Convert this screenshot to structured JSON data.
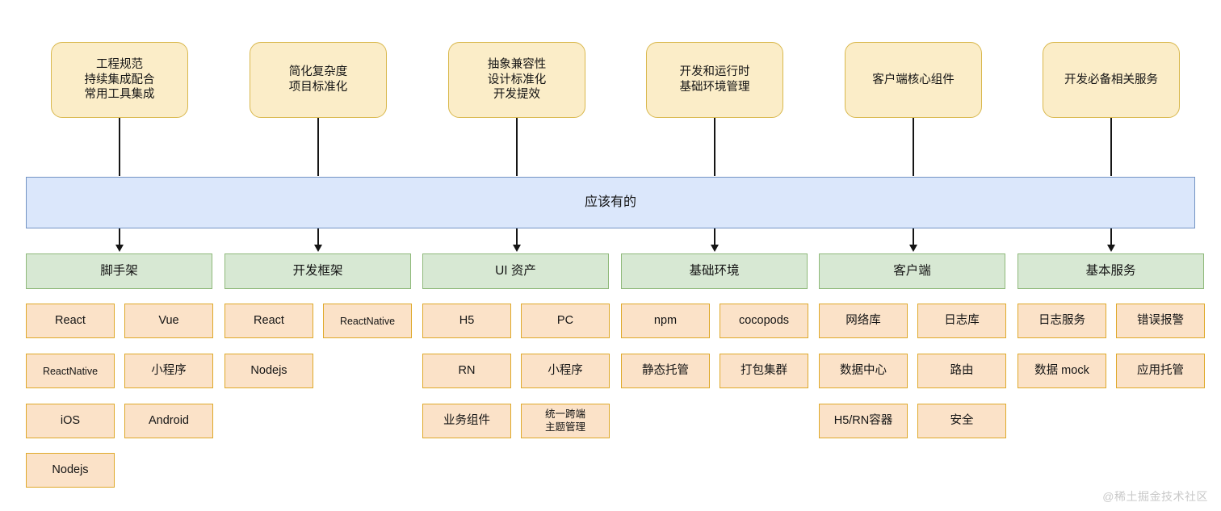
{
  "diagram": {
    "title_band": "应该有的",
    "watermark": "@稀土掘金技术社区",
    "colors": {
      "goal_fill": "#fbedc8",
      "goal_border": "#d9b84d",
      "band_fill": "#dbe7fb",
      "band_border": "#7393c4",
      "category_fill": "#d7e8d3",
      "category_border": "#8fb97a",
      "item_fill": "#fbe2c8",
      "item_border": "#dfa92a",
      "connector": "#151515",
      "watermark": "#c9c9c9"
    },
    "goals": [
      {
        "text": "工程规范\n持续集成配合\n常用工具集成"
      },
      {
        "text": "简化复杂度\n项目标准化"
      },
      {
        "text": "抽象兼容性\n设计标准化\n开发提效"
      },
      {
        "text": "开发和运行时\n基础环境管理"
      },
      {
        "text": "客户端核心组件"
      },
      {
        "text": "开发必备相关服务"
      }
    ],
    "columns": [
      {
        "category": "脚手架",
        "rows": [
          [
            "React",
            "Vue"
          ],
          [
            "ReactNative",
            "小程序"
          ],
          [
            "iOS",
            "Android"
          ],
          [
            "Nodejs"
          ]
        ]
      },
      {
        "category": "开发框架",
        "rows": [
          [
            "React",
            "ReactNative"
          ],
          [
            "Nodejs"
          ]
        ]
      },
      {
        "category": "UI 资产",
        "rows": [
          [
            "H5",
            "PC"
          ],
          [
            "RN",
            "小程序"
          ],
          [
            "业务组件",
            "统一跨端\n主题管理"
          ]
        ]
      },
      {
        "category": "基础环境",
        "rows": [
          [
            "npm",
            "cocopods"
          ],
          [
            "静态托管",
            "打包集群"
          ]
        ]
      },
      {
        "category": "客户端",
        "rows": [
          [
            "网络库",
            "日志库"
          ],
          [
            "数据中心",
            "路由"
          ],
          [
            "H5/RN容器",
            "安全"
          ]
        ]
      },
      {
        "category": "基本服务",
        "rows": [
          [
            "日志服务",
            "错误报警"
          ],
          [
            "数据 mock",
            "应用托管"
          ]
        ]
      }
    ]
  }
}
